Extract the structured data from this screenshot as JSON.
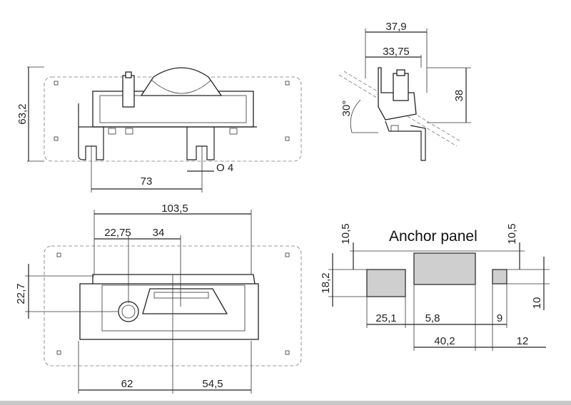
{
  "labels": {
    "front_height": "63,2",
    "front_pitch": "73",
    "hole_diameter": "O 4",
    "side_total_depth": "37,9",
    "side_inner_depth": "33,75",
    "side_height": "38",
    "side_angle": "30°",
    "top_width": "103,5",
    "top_offset_a": "22,75",
    "top_offset_b": "34",
    "top_height": "22,7",
    "top_left_half": "62",
    "top_right_half": "54,5",
    "panel_title": "Anchor panel",
    "panel_left_margin": "10,5",
    "panel_right_margin": "10,5",
    "panel_height": "18,2",
    "panel_small_height": "10",
    "panel_w1": "25,1",
    "panel_gap": "5,8",
    "panel_w2": "40,2",
    "panel_w3": "9",
    "panel_w4": "12"
  }
}
